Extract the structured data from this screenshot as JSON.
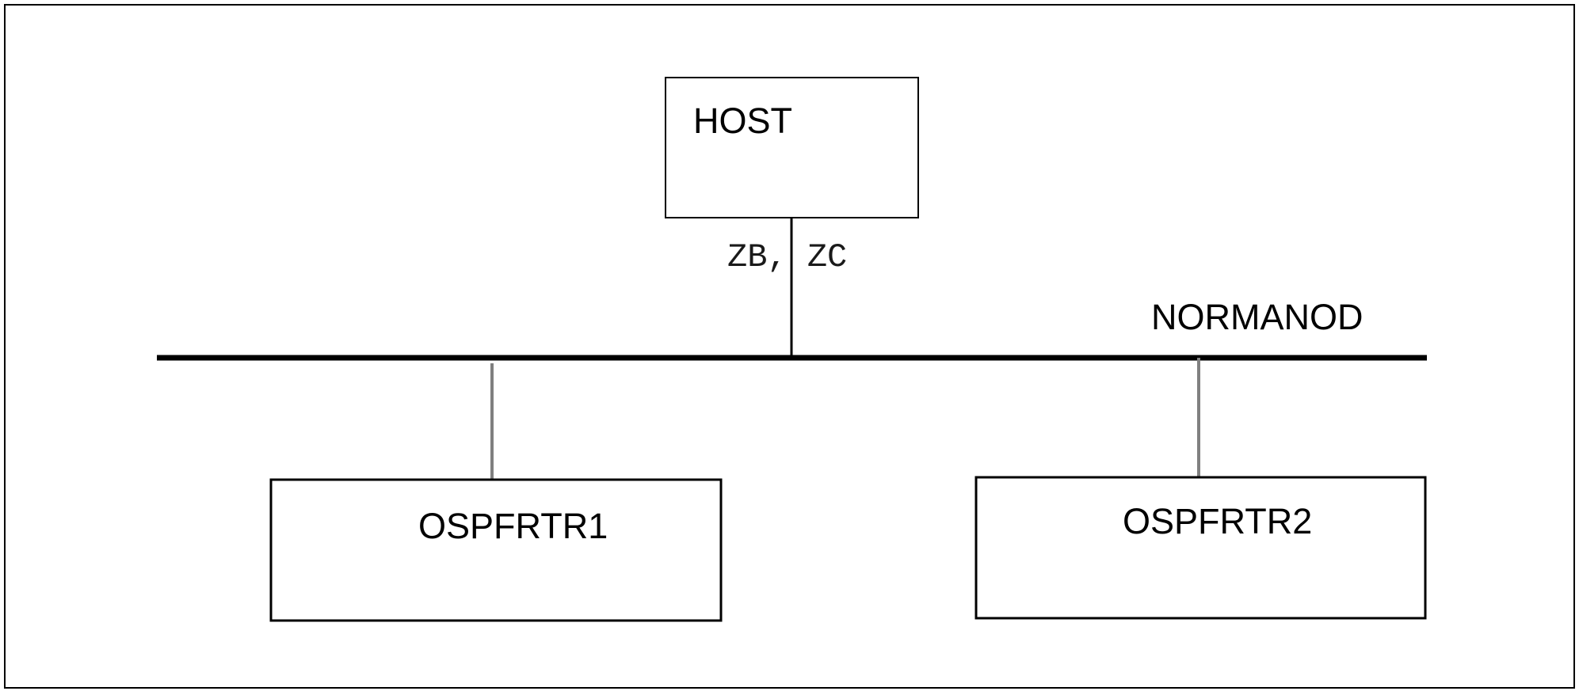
{
  "diagram": {
    "host": {
      "label": "HOST"
    },
    "interfaces": {
      "label": "ZB, ZC"
    },
    "network": {
      "label": "NORMANOD"
    },
    "router1": {
      "label": "OSPFRTR1"
    },
    "router2": {
      "label": "OSPFRTR2"
    }
  },
  "colors": {
    "stroke": "#000000",
    "drop_line": "#808080",
    "background": "#ffffff"
  }
}
